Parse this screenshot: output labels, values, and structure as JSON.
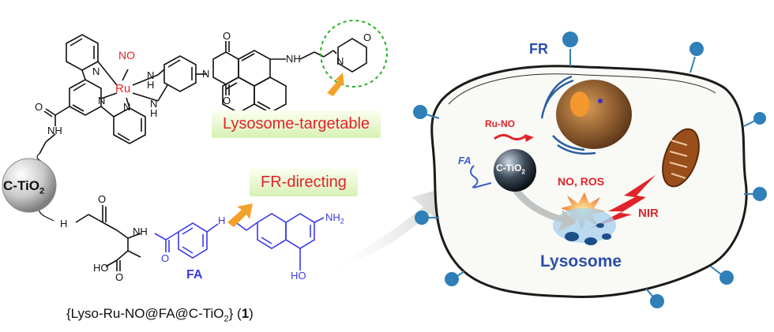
{
  "labels": {
    "no": "NO",
    "ru": "Ru",
    "fa": "FA",
    "tio2_prefix": "C-TiO",
    "tio2_sub": "2",
    "caption_prefix": "{Lyso-Ru-NO@FA@C-TiO",
    "caption_sub": "2",
    "caption_suffix": "}  (",
    "caption_num": "1",
    "caption_end": ")",
    "lysosome_targetable": "Lysosome-targetable",
    "fr_directing": "FR-directing",
    "fr": "FR",
    "ru_no": "Ru-NO",
    "fa_cell": "FA",
    "no_ros": "NO, ROS",
    "nir": "NIR",
    "lysosome": "Lysosome",
    "nh2": "NH",
    "nh2_sub": "2",
    "ho": "HO",
    "hooc": "HO",
    "o": "O",
    "n": "N",
    "nh": "NH",
    "h": "H"
  },
  "colors": {
    "red": "#e0242a",
    "blue": "#3a3ae6",
    "green_dashed": "#22b022",
    "arrow_orange": "#f2a22a",
    "tag_bg": "#e3f5c8"
  }
}
